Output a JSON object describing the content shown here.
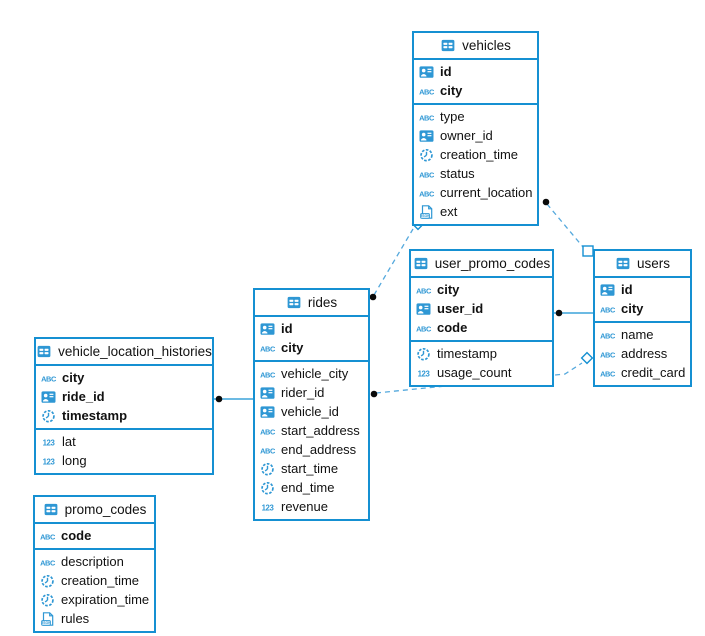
{
  "diagram": {
    "accent_color": "#1590d2",
    "dashed_line_color": "#55a9dd",
    "dot_color": "#0a0a0a",
    "background_color": "#ffffff"
  },
  "tables": [
    {
      "name": "vehicles",
      "icon": "table-icon",
      "key_columns": [
        {
          "label": "id",
          "icon": "id-badge-icon"
        },
        {
          "label": "city",
          "icon": "text-icon"
        }
      ],
      "columns": [
        {
          "label": "type",
          "icon": "text-icon"
        },
        {
          "label": "owner_id",
          "icon": "id-badge-icon"
        },
        {
          "label": "creation_time",
          "icon": "time-icon"
        },
        {
          "label": "status",
          "icon": "text-icon"
        },
        {
          "label": "current_location",
          "icon": "text-icon"
        },
        {
          "label": "ext",
          "icon": "json-icon"
        }
      ]
    },
    {
      "name": "user_promo_codes",
      "icon": "table-icon",
      "key_columns": [
        {
          "label": "city",
          "icon": "text-icon"
        },
        {
          "label": "user_id",
          "icon": "id-badge-icon"
        },
        {
          "label": "code",
          "icon": "text-icon"
        }
      ],
      "columns": [
        {
          "label": "timestamp",
          "icon": "time-icon"
        },
        {
          "label": "usage_count",
          "icon": "number-icon"
        }
      ]
    },
    {
      "name": "users",
      "icon": "table-icon",
      "key_columns": [
        {
          "label": "id",
          "icon": "id-badge-icon"
        },
        {
          "label": "city",
          "icon": "text-icon"
        }
      ],
      "columns": [
        {
          "label": "name",
          "icon": "text-icon"
        },
        {
          "label": "address",
          "icon": "text-icon"
        },
        {
          "label": "credit_card",
          "icon": "text-icon"
        }
      ]
    },
    {
      "name": "rides",
      "icon": "table-icon",
      "key_columns": [
        {
          "label": "id",
          "icon": "id-badge-icon"
        },
        {
          "label": "city",
          "icon": "text-icon"
        }
      ],
      "columns": [
        {
          "label": "vehicle_city",
          "icon": "text-icon"
        },
        {
          "label": "rider_id",
          "icon": "id-badge-icon"
        },
        {
          "label": "vehicle_id",
          "icon": "id-badge-icon"
        },
        {
          "label": "start_address",
          "icon": "text-icon"
        },
        {
          "label": "end_address",
          "icon": "text-icon"
        },
        {
          "label": "start_time",
          "icon": "time-icon"
        },
        {
          "label": "end_time",
          "icon": "time-icon"
        },
        {
          "label": "revenue",
          "icon": "number-icon"
        }
      ]
    },
    {
      "name": "vehicle_location_histories",
      "icon": "table-icon",
      "key_columns": [
        {
          "label": "city",
          "icon": "text-icon"
        },
        {
          "label": "ride_id",
          "icon": "id-badge-icon"
        },
        {
          "label": "timestamp",
          "icon": "time-icon"
        }
      ],
      "columns": [
        {
          "label": "lat",
          "icon": "number-icon"
        },
        {
          "label": "long",
          "icon": "number-icon"
        }
      ]
    },
    {
      "name": "promo_codes",
      "icon": "table-icon",
      "key_columns": [
        {
          "label": "code",
          "icon": "text-icon"
        }
      ],
      "columns": [
        {
          "label": "description",
          "icon": "text-icon"
        },
        {
          "label": "creation_time",
          "icon": "time-icon"
        },
        {
          "label": "expiration_time",
          "icon": "time-icon"
        },
        {
          "label": "rules",
          "icon": "json-icon"
        }
      ]
    }
  ],
  "connections": [
    {
      "from": "vehicle_location_histories",
      "to": "rides",
      "style": "solid",
      "from_marker": "dot",
      "to_marker": "none"
    },
    {
      "from": "user_promo_codes",
      "to": "users",
      "style": "solid",
      "from_marker": "dot",
      "to_marker": "none"
    },
    {
      "from": "rides",
      "to": "vehicles",
      "style": "dashed",
      "from_marker": "dot",
      "to_marker": "diamond"
    },
    {
      "from": "vehicles",
      "to": "users",
      "style": "dashed",
      "from_marker": "dot",
      "to_marker": "square"
    },
    {
      "from": "rides",
      "to": "users",
      "style": "dashed",
      "from_marker": "dot",
      "to_marker": "diamond"
    }
  ]
}
